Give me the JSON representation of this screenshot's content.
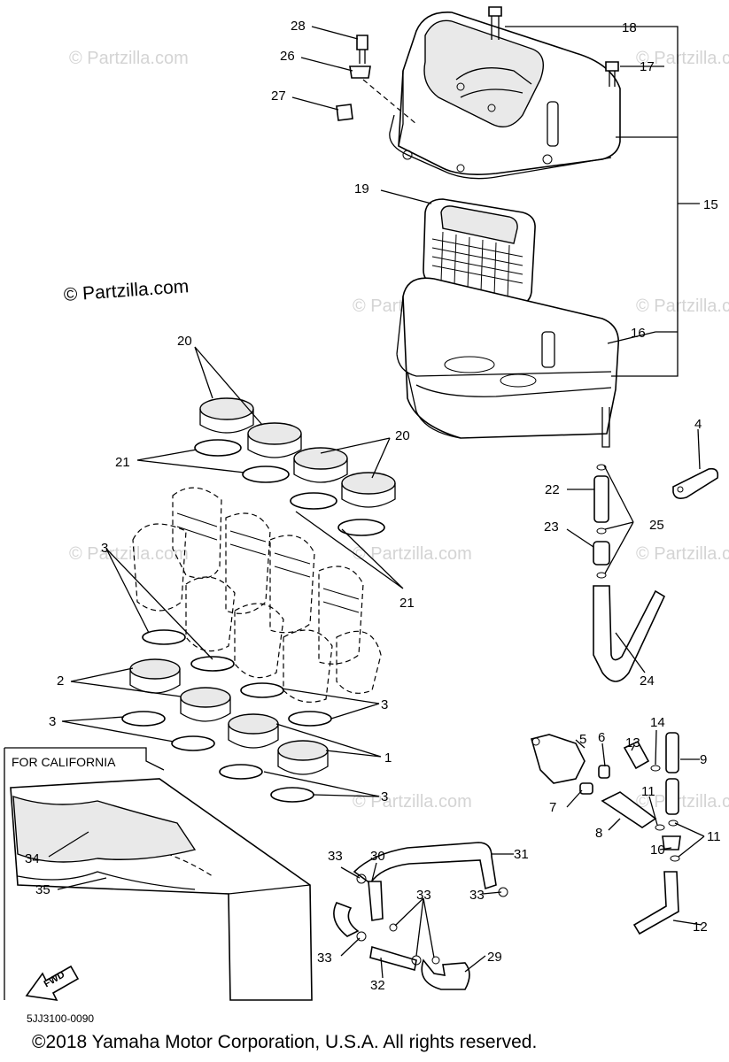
{
  "watermark": "© Partzilla.com",
  "copyright_label": "© Partzilla.com",
  "california_label": "FOR CALIFORNIA",
  "fwd_label": "FWD",
  "diagram_code": "5JJ3100-0090",
  "footer": "©2018  Yamaha Motor Corporation, U.S.A. All rights reserved.",
  "callouts": {
    "c28": "28",
    "c26": "26",
    "c27": "27",
    "c18": "18",
    "c17": "17",
    "c15": "15",
    "c19": "19",
    "c16": "16",
    "c20a": "20",
    "c20b": "20",
    "c21a": "21",
    "c21b": "21",
    "c4": "4",
    "c22": "22",
    "c23": "23",
    "c25": "25",
    "c24": "24",
    "c3a": "3",
    "c3b": "3",
    "c3c": "3",
    "c3d": "3",
    "c2": "2",
    "c1": "1",
    "c5": "5",
    "c6": "6",
    "c7": "7",
    "c8": "8",
    "c13": "13",
    "c14": "14",
    "c9": "9",
    "c11a": "11",
    "c11b": "11",
    "c10": "10",
    "c12": "12",
    "c34": "34",
    "c35": "35",
    "c33a": "33",
    "c30": "30",
    "c31": "31",
    "c33b": "33",
    "c33c": "33",
    "c33d": "33",
    "c29": "29",
    "c32": "32"
  }
}
